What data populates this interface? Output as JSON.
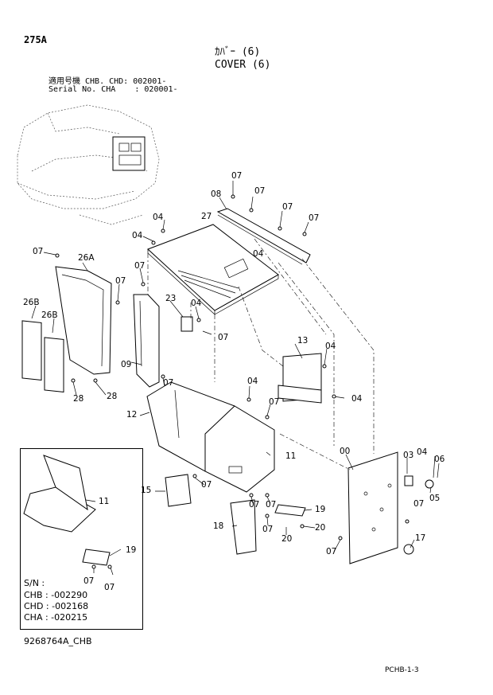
{
  "header": {
    "page_code": "275A",
    "title_jp": "ｶﾊﾞｰ (6)",
    "title_en": "COVER (6)",
    "serial_line1": "適用号機 CHB. CHD: 002001-",
    "serial_line2": "Serial No. CHA    : 020001-"
  },
  "callouts": [
    {
      "id": "c1",
      "text": "07"
    },
    {
      "id": "c2",
      "text": "08"
    },
    {
      "id": "c3",
      "text": "07"
    },
    {
      "id": "c4",
      "text": "27"
    },
    {
      "id": "c5",
      "text": "07"
    },
    {
      "id": "c6",
      "text": "07"
    },
    {
      "id": "c7",
      "text": "04"
    },
    {
      "id": "c8",
      "text": "04"
    },
    {
      "id": "c9",
      "text": "04"
    },
    {
      "id": "c10",
      "text": "07"
    },
    {
      "id": "c11",
      "text": "26A"
    },
    {
      "id": "c12",
      "text": "07"
    },
    {
      "id": "c13",
      "text": "07"
    },
    {
      "id": "c14",
      "text": "26B"
    },
    {
      "id": "c15",
      "text": "26B"
    },
    {
      "id": "c16",
      "text": "23"
    },
    {
      "id": "c17",
      "text": "04"
    },
    {
      "id": "c18",
      "text": "07"
    },
    {
      "id": "c19",
      "text": "13"
    },
    {
      "id": "c20",
      "text": "04"
    },
    {
      "id": "c21",
      "text": "09"
    },
    {
      "id": "c22",
      "text": "07"
    },
    {
      "id": "c23",
      "text": "28"
    },
    {
      "id": "c24",
      "text": "28"
    },
    {
      "id": "c25",
      "text": "04"
    },
    {
      "id": "c26",
      "text": "04"
    },
    {
      "id": "c27",
      "text": "07"
    },
    {
      "id": "c28",
      "text": "12"
    },
    {
      "id": "c29",
      "text": "11"
    },
    {
      "id": "c30",
      "text": "00"
    },
    {
      "id": "c31",
      "text": "03"
    },
    {
      "id": "c32",
      "text": "04"
    },
    {
      "id": "c33",
      "text": "06"
    },
    {
      "id": "c34",
      "text": "05"
    },
    {
      "id": "c35",
      "text": "15"
    },
    {
      "id": "c36",
      "text": "07"
    },
    {
      "id": "c37",
      "text": "07"
    },
    {
      "id": "c38",
      "text": "07"
    },
    {
      "id": "c39",
      "text": "19"
    },
    {
      "id": "c40",
      "text": "07"
    },
    {
      "id": "c41",
      "text": "18"
    },
    {
      "id": "c42",
      "text": "07"
    },
    {
      "id": "c43",
      "text": "20"
    },
    {
      "id": "c44",
      "text": "20"
    },
    {
      "id": "c45",
      "text": "17"
    },
    {
      "id": "c46",
      "text": "07"
    }
  ],
  "inset": {
    "callouts": [
      {
        "id": "i1",
        "text": "11"
      },
      {
        "id": "i2",
        "text": "19"
      },
      {
        "id": "i3",
        "text": "07"
      },
      {
        "id": "i4",
        "text": "07"
      }
    ],
    "sn_label": "S/N :",
    "sn_lines": [
      "CHB : -002290",
      "CHD : -002168",
      "CHA : -020215"
    ]
  },
  "footer": {
    "drawing_no": "9268764A_CHB",
    "page_ref": "PCHB-1-3"
  }
}
